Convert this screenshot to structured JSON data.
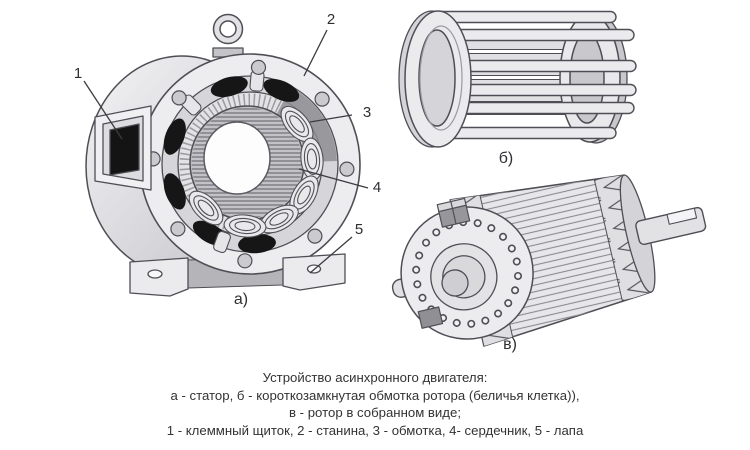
{
  "figures": {
    "stator": {
      "label": "а)",
      "callouts": [
        "1",
        "2",
        "3",
        "4",
        "5"
      ]
    },
    "cage": {
      "label": "б)"
    },
    "rotor": {
      "label": "в)"
    }
  },
  "caption": {
    "title": "Устройство асинхронного двигателя:",
    "line2": "а - статор, б - короткозамкнутая обмотка ротора (беличья клетка)),",
    "line3": "в - ротор в собранном виде;",
    "line4": "1 - клеммный щиток, 2 - станина, 3 - обмотка, 4- сердечник, 5 - лапа"
  },
  "colors": {
    "outline": "#4e4e55",
    "fill_light": "#ebebee",
    "fill_mid": "#cfcfd3",
    "fill_dark": "#8e8e93",
    "opening_black": "#161616",
    "text": "#333333",
    "background": "#ffffff"
  }
}
